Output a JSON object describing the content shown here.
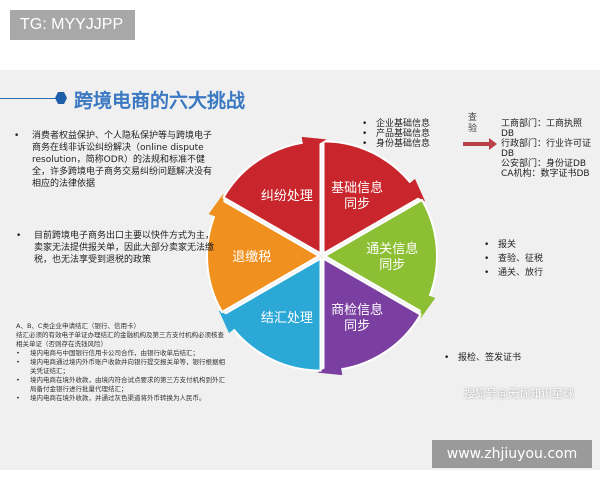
{
  "watermark_tag": "TG: MYYJJPP",
  "title": "跨境电商的六大挑战",
  "wheel": {
    "segments": [
      {
        "label": [
          "基础信息",
          "同步"
        ],
        "color": "#c8262c"
      },
      {
        "label": [
          "通关信息",
          "同步"
        ],
        "color": "#8cbf34"
      },
      {
        "label": [
          "商检信息",
          "同步"
        ],
        "color": "#7a3fa0"
      },
      {
        "label": [
          "结汇处理"
        ],
        "color": "#2ba8d6"
      },
      {
        "label": [
          "退缴税"
        ],
        "color": "#f0901e"
      },
      {
        "label": [
          "纠纷处理"
        ],
        "color": "#c8262c"
      }
    ]
  },
  "dispute_text": "消费者权益保护、个人隐私保护等与跨境电子商务在线非诉讼纠纷解决（online dispute resolution，简称ODR）的法规和标准不健全，许多跨境电子商务交易纠纷问题解决没有相应的法律依据",
  "tax_text": "目前跨境电子商务出口主要以快件方式为主，卖家无法提供报关单，因此大部分卖家无法缴税，也无法享受到退税的政策",
  "basic_info": [
    "企业基础信息",
    "产品基础信息",
    "身份基础信息"
  ],
  "arrow_label": "查 验",
  "db_lines": [
    "工商部门：工商执照DB",
    "行政部门：行业许可证DB",
    "公安部门：身份证DB",
    "CA机构：数字证书DB"
  ],
  "customs": [
    "报关",
    "查验、征税",
    "通关、放行"
  ],
  "inspection": [
    "报检、签发证书"
  ],
  "settlement": {
    "intro": "A、B、C类企业申请结汇（银行、信用卡）",
    "desc": "结汇必须的有效电子单证办理结汇的金融机构及第三方支付机构必须核查相关单证（否则存在洗钱风险）",
    "items": [
      "境内电商与中国银行信用卡公司合作，由银行收单后结汇；",
      "境内电商通过境内外币账户收款并向银行提交报关单等，银行根据相关凭证结汇；",
      "境内电商在境外收款，由境内符合试点要求的第三方支付机构到外汇局备付金银行进行批量代理结汇；",
      "境内电商在境外收款，并通过灰色渠道将外币转换为人民币。"
    ]
  },
  "watermark_sohu": "搜狐号@无忧知识星球",
  "watermark_site": "www.zhjiuyou.com"
}
